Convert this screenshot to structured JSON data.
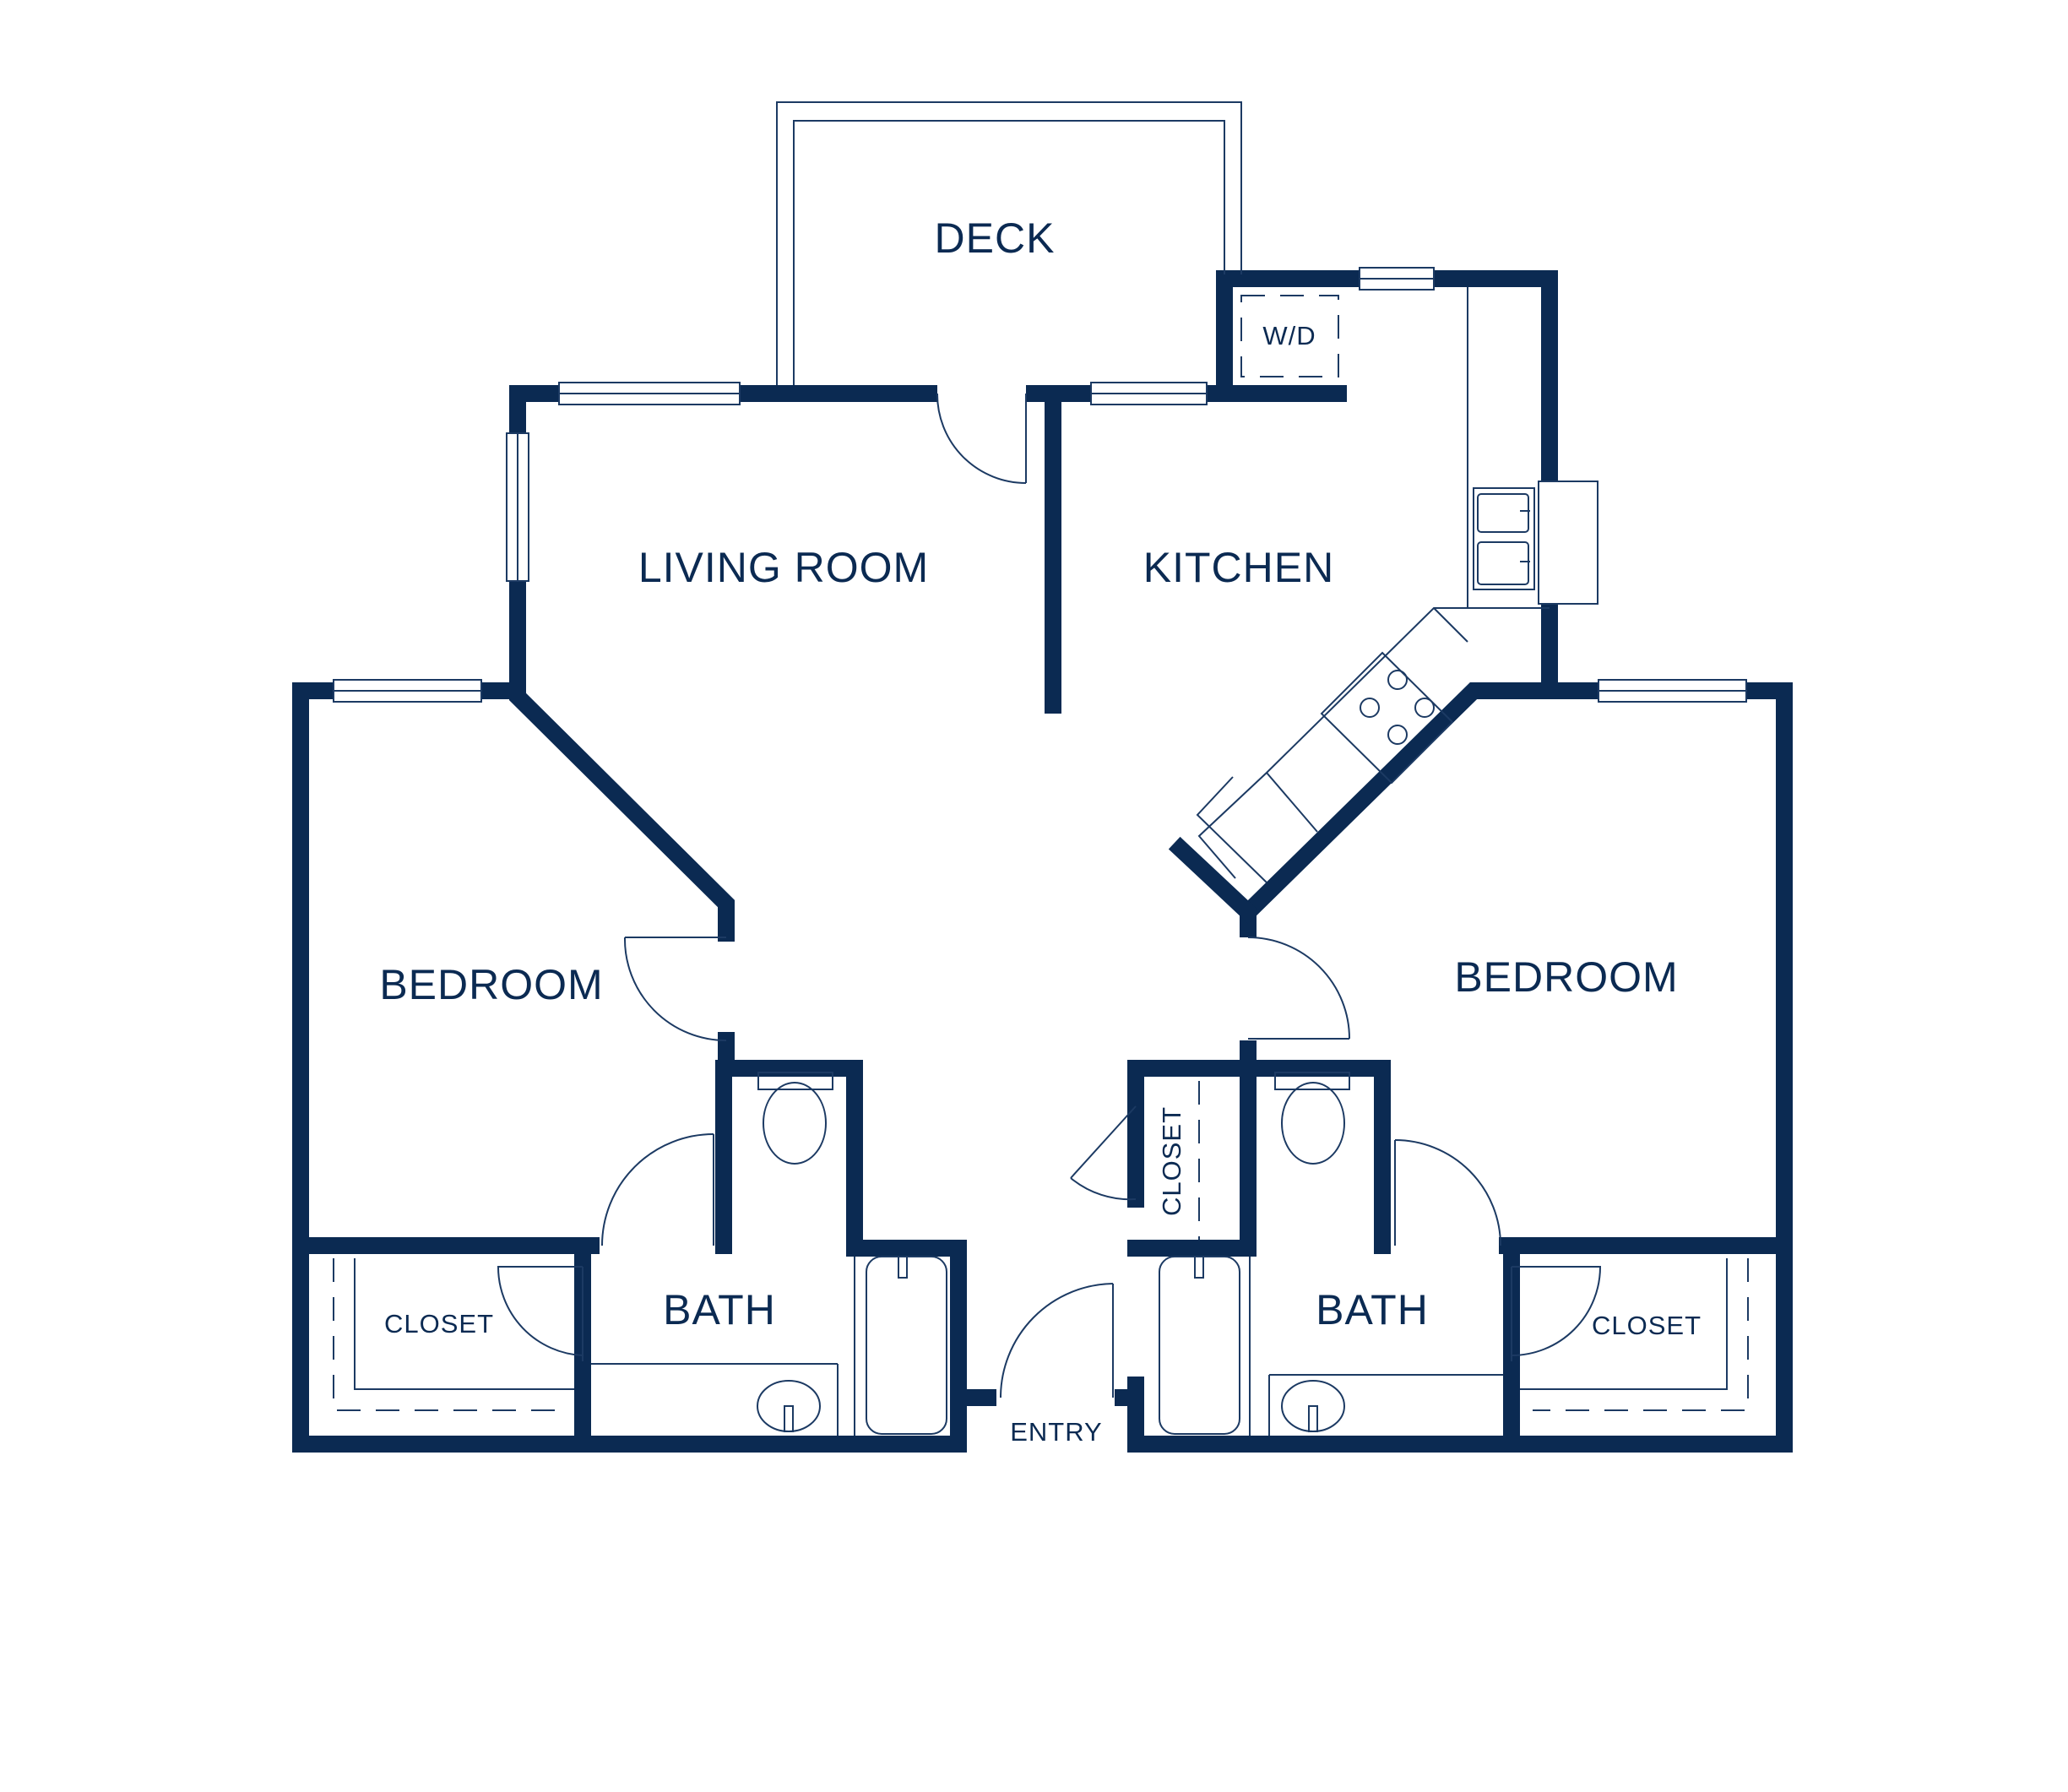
{
  "rooms": {
    "deck": "DECK",
    "wd": "W/D",
    "living_room": "LIVING ROOM",
    "kitchen": "KITCHEN",
    "bedroom_left": "BEDROOM",
    "bedroom_right": "BEDROOM",
    "bath_left": "BATH",
    "bath_right": "BATH",
    "closet_left": "CLOSET",
    "closet_right": "CLOSET",
    "closet_hall": "CLOSET",
    "entry": "ENTRY"
  },
  "colors": {
    "wall": "#0b2a52",
    "fixture": "#1c3a63",
    "background": "#ffffff"
  }
}
